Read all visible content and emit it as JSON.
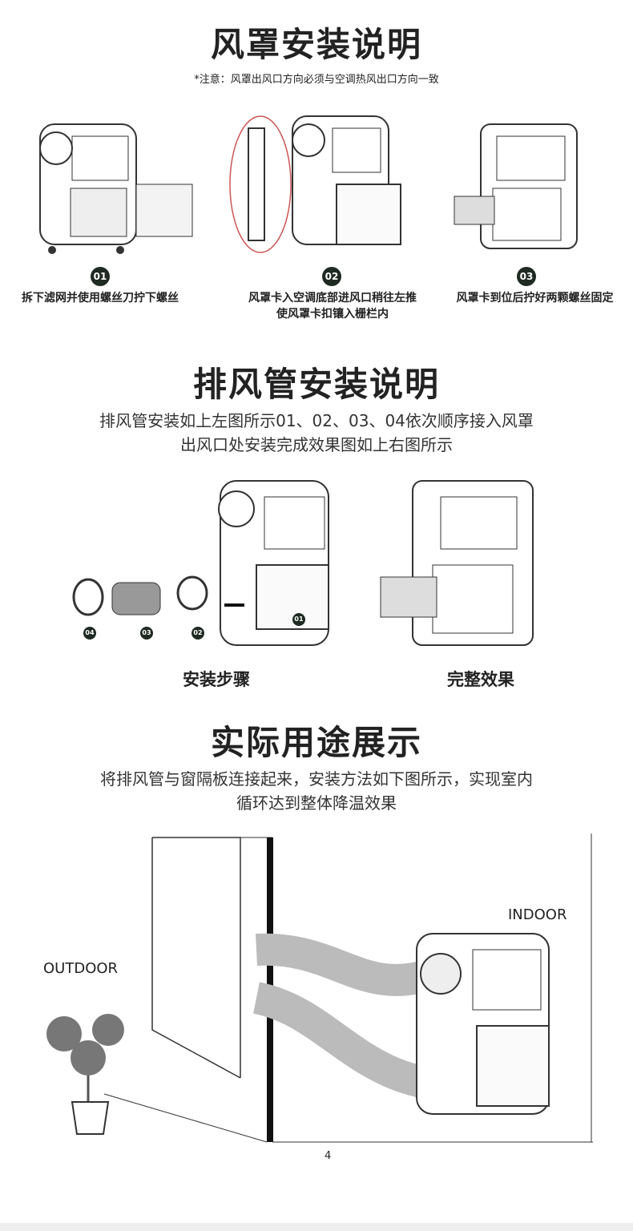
{
  "section1": {
    "title": "风罩安装说明",
    "note": "*注意：风罩出风口方向必须与空调热风出口方向一致",
    "steps": [
      {
        "num": "01",
        "text": "拆下滤网并使用螺丝刀拧下螺丝"
      },
      {
        "num": "02",
        "text": "风罩卡入空调底部进风口稍往左推",
        "text2": "使风罩卡扣镶入栅栏内"
      },
      {
        "num": "03",
        "text": "风罩卡到位后拧好两颗螺丝固定"
      }
    ]
  },
  "section2": {
    "title": "排风管安装说明",
    "desc1": "排风管安装如上左图所示01、02、03、04依次顺序接入风罩",
    "desc2": "出风口处安装完成效果图如上右图所示",
    "parts": [
      "04",
      "03",
      "02",
      "01"
    ],
    "left_caption": "安装步骤",
    "right_caption": "完整效果"
  },
  "section3": {
    "title": "实际用途展示",
    "desc1": "将排风管与窗隔板连接起来，安装方法如下图所示，实现室内",
    "desc2": "循环达到整体降温效果",
    "outdoor": "OUTDOOR",
    "indoor": "INDOOR"
  },
  "page_number": "4"
}
